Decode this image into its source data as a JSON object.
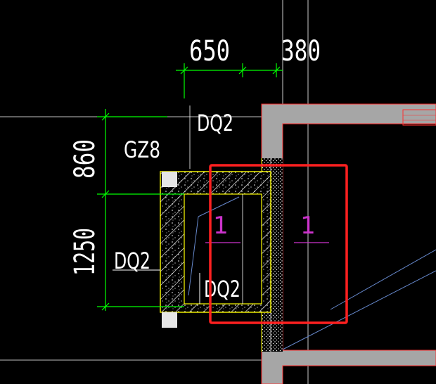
{
  "dimensions": {
    "top_left": "650",
    "top_right": "380",
    "left_upper": "860",
    "left_lower": "1250"
  },
  "labels": {
    "dq2_top": "DQ2",
    "gz8": "GZ8",
    "dq2_left": "DQ2",
    "dq2_inner": "DQ2",
    "section_mark_left": "1",
    "section_mark_right": "1"
  },
  "colors": {
    "background": "#000000",
    "dimension_line": "#00ff00",
    "text": "#ffffff",
    "wall_fill": "#a6a6a6",
    "wall_edge": "#ff3030",
    "concrete_edge": "#ffff00",
    "section_mark": "#cc33cc",
    "highlight_box": "#ff2020",
    "guide_line": "#6688cc"
  }
}
